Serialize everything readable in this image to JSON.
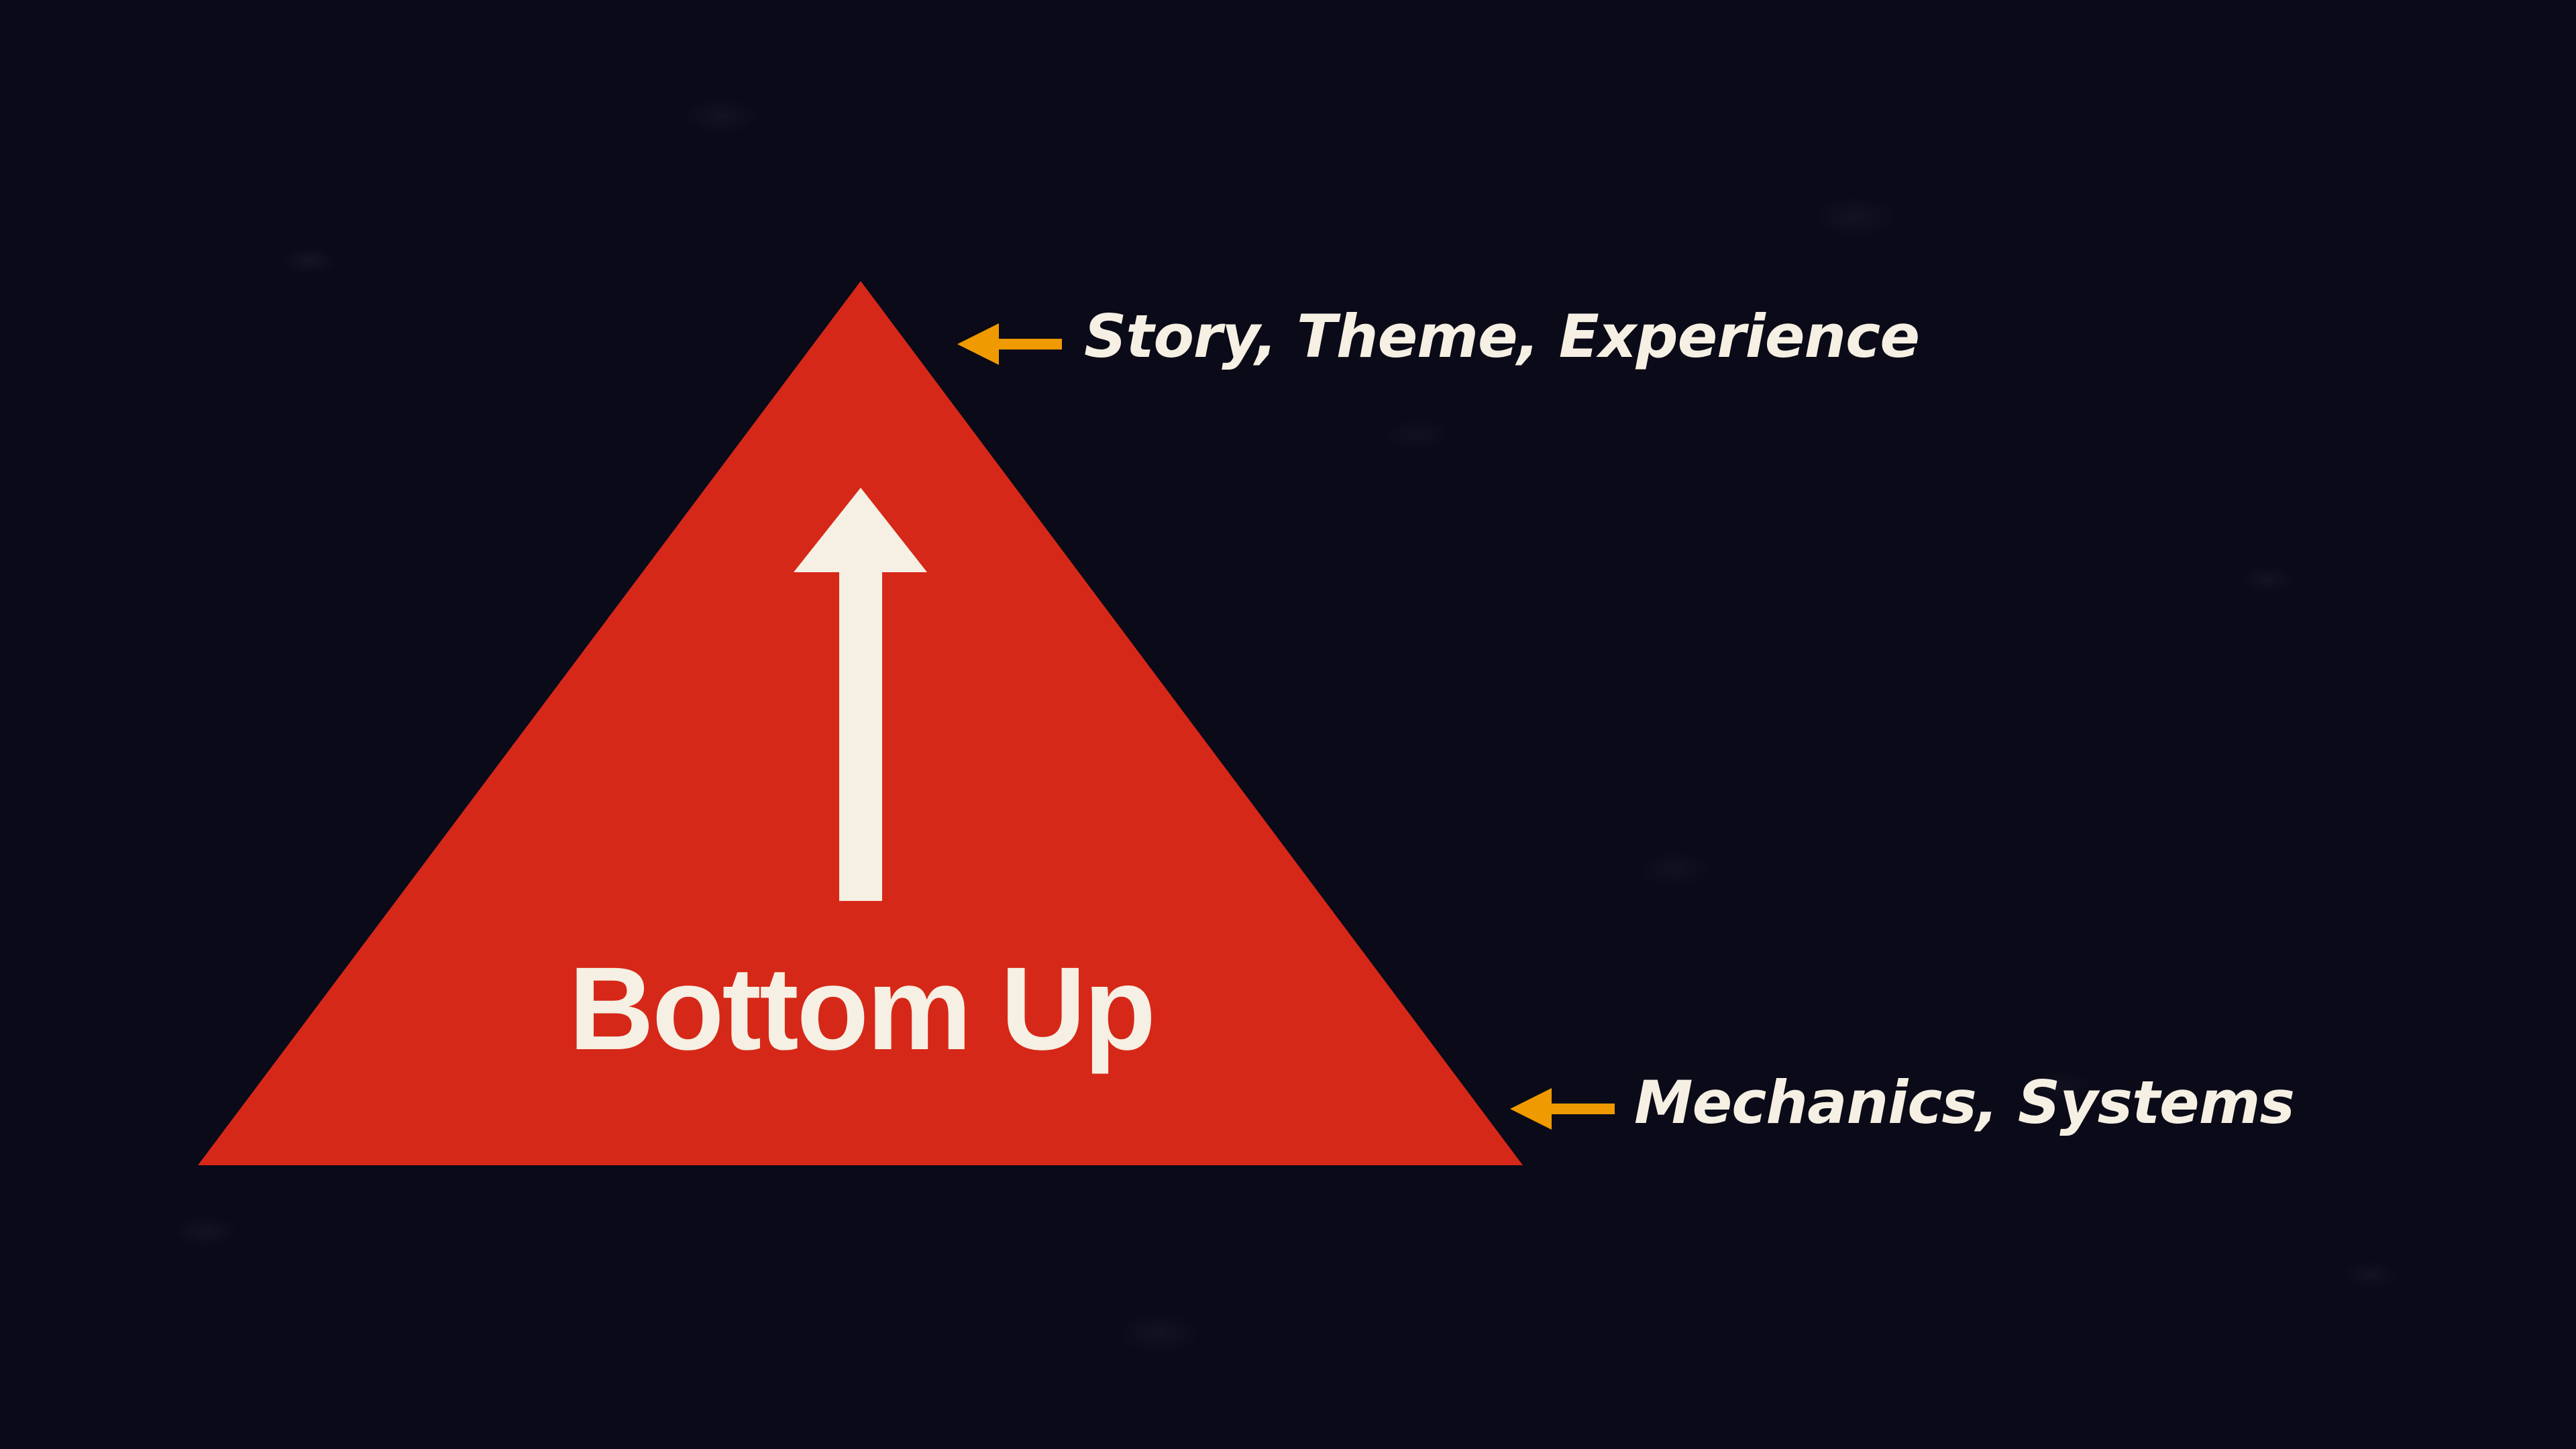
{
  "slide": {
    "title": "Bottom Up",
    "labels": {
      "top": "Story, Theme, Experience",
      "bottom": "Mechanics, Systems"
    },
    "icons": {
      "pyramid": "triangle-shape",
      "direction": "up-arrow-icon",
      "top_pointer": "left-arrow-icon",
      "bottom_pointer": "left-arrow-icon"
    },
    "colors": {
      "background": "#0b0a18",
      "pyramid": "#d62818",
      "text": "#f5f0e3",
      "pointer_arrows": "#ee9a00"
    }
  }
}
